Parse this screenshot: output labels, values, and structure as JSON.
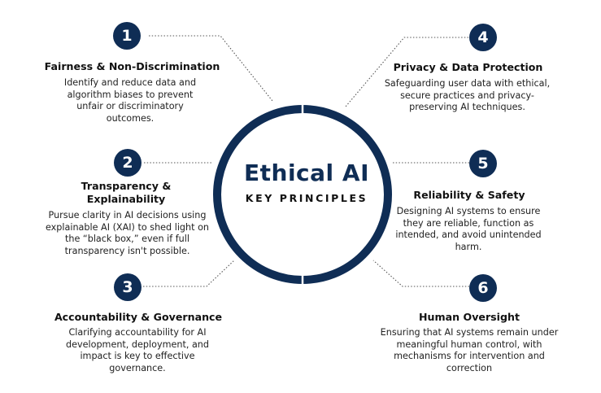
{
  "center": {
    "title": "Ethical AI",
    "subtitle": "KEY PRINCIPLES"
  },
  "colors": {
    "accent": "#0f2d55",
    "text": "#1a1a1a",
    "background": "#ffffff"
  },
  "principles": [
    {
      "number": "1",
      "title": "Fairness & Non-Discrimination",
      "description": "Identify and reduce data and algorithm biases to prevent unfair or discriminatory outcomes."
    },
    {
      "number": "2",
      "title": "Transparency & Explainability",
      "description": "Pursue clarity in AI decisions using explainable AI (XAI) to shed light on the “black box,” even if full transparency isn't possible."
    },
    {
      "number": "3",
      "title": "Accountability & Governance",
      "description": "Clarifying accountability for AI development, deployment, and impact is key to effective governance."
    },
    {
      "number": "4",
      "title": "Privacy & Data Protection",
      "description": "Safeguarding user data with ethical, secure practices and privacy-preserving AI techniques."
    },
    {
      "number": "5",
      "title": "Reliability & Safety",
      "description": "Designing AI systems to ensure they are reliable, function as intended, and avoid unintended harm."
    },
    {
      "number": "6",
      "title": "Human Oversight",
      "description": "Ensuring that AI systems remain under meaningful human control, with mechanisms for intervention and correction"
    }
  ]
}
